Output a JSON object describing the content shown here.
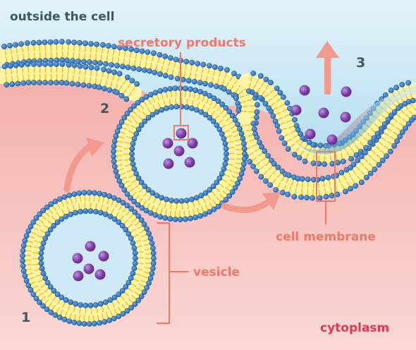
{
  "labels": {
    "outside": "outside the cell",
    "secretory": "secretory products",
    "membrane": "cell membrane",
    "vesicle": "vesicle",
    "cytoplasm": "cytoplasm",
    "step1": "1",
    "step2": "2",
    "step3": "3"
  },
  "colors": {
    "outside_fluid": "#c9e7f3",
    "lumen_blue": "#5fb3db",
    "cytoplasm_top": "#f2a8a4",
    "cytoplasm_bottom": "#f9d5d2",
    "lipid_head": "#3d7ec4",
    "lipid_head_dark": "#1f5794",
    "lipid_tail": "#f2c21a",
    "bilayer_core": "#fff3a6",
    "vesicle_interior": "#cfeaf6",
    "molecule": "#7a3fa0",
    "molecule_light": "#b27ed3",
    "label_coral": "#ef7a6c",
    "label_dark": "#3f5661",
    "cytoplasm_label": "#e13a4f",
    "step_number": "#3f5661"
  }
}
